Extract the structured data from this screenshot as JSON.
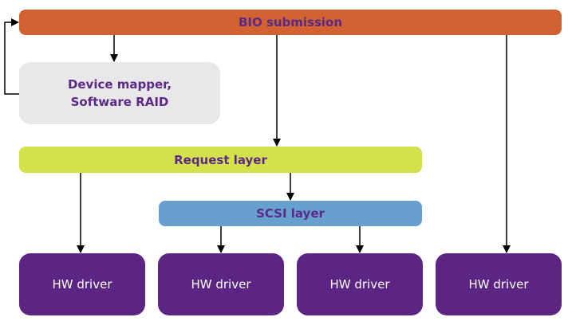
{
  "diagram": {
    "bio_submission": "BIO submission",
    "device_mapper": [
      "Device mapper,",
      "Software RAID"
    ],
    "request_layer": "Request layer",
    "scsi_layer": "SCSI layer",
    "hw_drivers": [
      "HW driver",
      "HW driver",
      "HW driver",
      "HW driver"
    ]
  },
  "colors": {
    "bio": "#d26231",
    "device_mapper": "#e8e8ea",
    "request_layer": "#d3e24a",
    "scsi_layer": "#679fcf",
    "hw_driver": "#5c2483",
    "label_text": "#5a2a86"
  }
}
